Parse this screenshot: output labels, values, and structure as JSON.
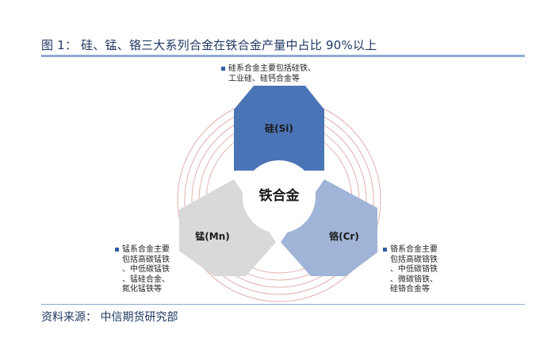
{
  "figure": {
    "title": "图 1：  硅、锰、铬三大系列合金在铁合金产量中占比 90%以上",
    "source": "资料来源：  中信期货研究部"
  },
  "diagram": {
    "center": {
      "label": "铁合金"
    },
    "nodes": [
      {
        "id": "si",
        "label": "硅(Si)",
        "color": "#4a74b5",
        "note_lines": [
          "硅系合金主要包括硅铁、",
          "工业硅、硅钙合金等"
        ]
      },
      {
        "id": "mn",
        "label": "锰(Mn)",
        "color": "#d9d9d9",
        "note_lines": [
          "锰系合金主要",
          "包括高碳锰铁",
          "、中低碳锰铁",
          "、锰硅合金、",
          "氮化锰铁等"
        ]
      },
      {
        "id": "cr",
        "label": "铬(Cr)",
        "color": "#9fb4d6",
        "note_lines": [
          "铬系合金主要",
          "包括高碳铬铁",
          "、中低碳铬铁",
          "、微碳铬铁、",
          "硅铬合金等"
        ]
      }
    ],
    "colors": {
      "accent": "#2e5fa6",
      "ring": "#c0504d",
      "rule": "#8eaad3",
      "title": "#1f3864"
    }
  }
}
